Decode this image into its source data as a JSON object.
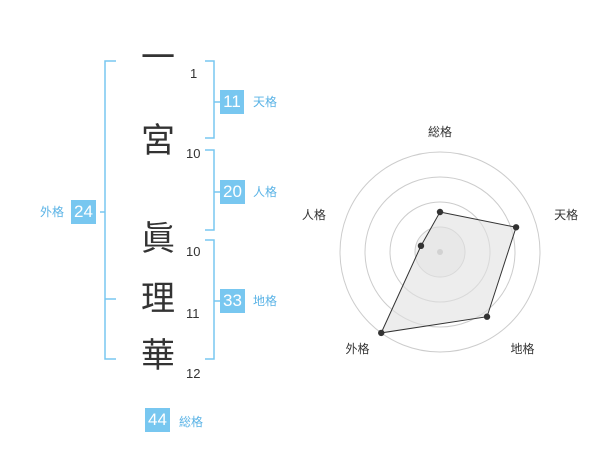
{
  "name": {
    "characters": [
      {
        "char": "一",
        "strokes": "1"
      },
      {
        "char": "宮",
        "strokes": "10"
      },
      {
        "char": "眞",
        "strokes": "10"
      },
      {
        "char": "理",
        "strokes": "11"
      },
      {
        "char": "華",
        "strokes": "12"
      }
    ]
  },
  "kakusu": {
    "tenkaku": {
      "value": "11",
      "label": "天格"
    },
    "jinkaku": {
      "value": "20",
      "label": "人格"
    },
    "chikaku": {
      "value": "33",
      "label": "地格"
    },
    "gaikaku": {
      "value": "24",
      "label": "外格"
    },
    "soukaku": {
      "value": "44",
      "label": "総格"
    }
  },
  "colors": {
    "accent": "#78c7f0",
    "text": "#333333",
    "grid": "#cccccc",
    "fill": "#eeeeee"
  },
  "chart_data": {
    "type": "radar",
    "axes": [
      "総格",
      "天格",
      "地格",
      "外格",
      "人格"
    ],
    "max": 5,
    "rings": 4,
    "values": [
      2,
      4,
      4,
      5,
      1
    ]
  }
}
